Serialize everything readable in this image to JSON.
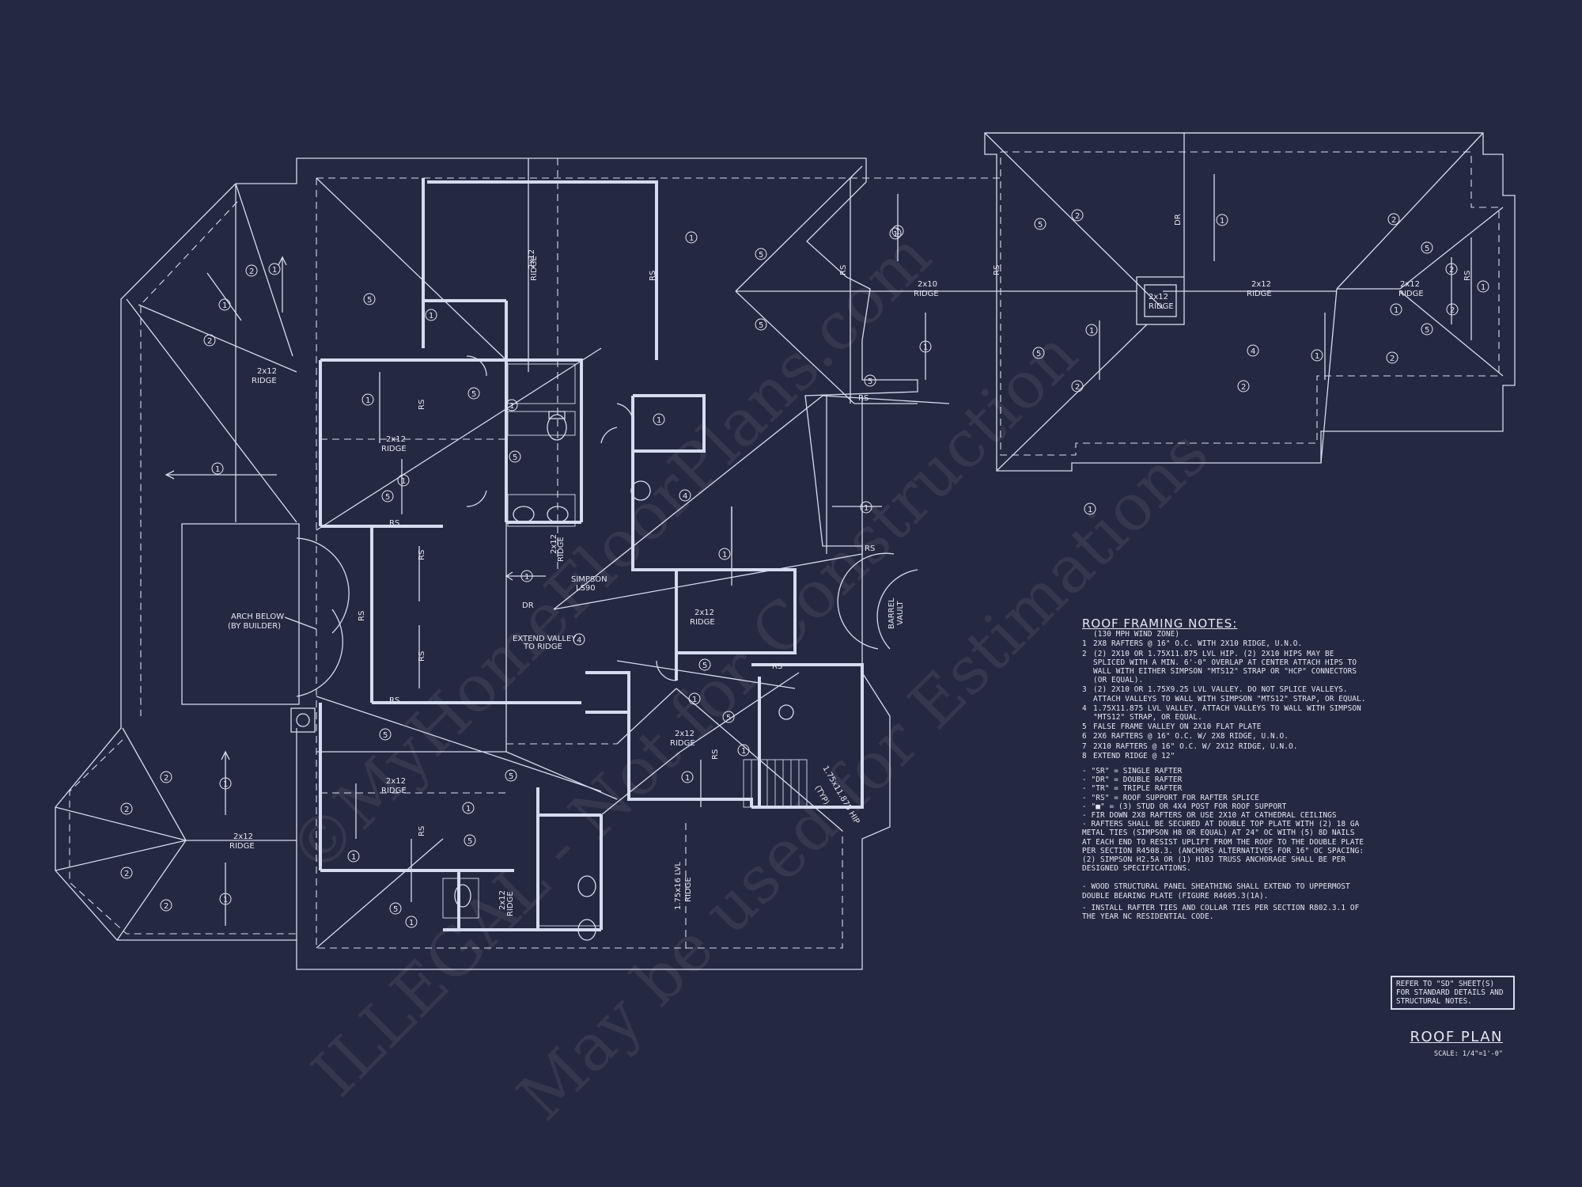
{
  "labels": {
    "ridge_2x12": "2x12",
    "ridge_2x10": "2x10",
    "ridge": "RIDGE",
    "rs": "RS",
    "dr": "DR",
    "arch_below_1": "ARCH BELOW",
    "arch_below_2": "(BY BUILDER)",
    "simpson_1": "SIMPSON",
    "simpson_2": "LS90",
    "extend_valley_1": "EXTEND VALLEY",
    "extend_valley_2": "TO RIDGE",
    "barrel_vault_1": "BARREL",
    "barrel_vault_2": "VAULT",
    "lvl_ridge_1": "1.75x16 LVL",
    "lvl_ridge_2": "RIDGE",
    "lvl_hip_1": "1.75x11.875 HIP",
    "lvl_hip_2": "(TYP)"
  },
  "callouts": {
    "c1": "1",
    "c2": "2",
    "c4": "4",
    "c5": "5"
  },
  "notes": {
    "title": "ROOF FRAMING NOTES:",
    "wind_zone": "(130 MPH WIND ZONE)",
    "items": [
      {
        "key": "1",
        "text": "2x8 RAFTERS @ 16\" O.C. WITH 2x10 RIDGE, U.N.O."
      },
      {
        "key": "2",
        "text": "(2) 2x10 OR 1.75x11.875 LVL HIP. (2) 2x10 HIPS MAY BE SPLICED WITH A MIN. 6'-0\" OVERLAP AT CENTER ATTACH HIPS TO WALL WITH EITHER SIMPSON \"MTS12\" STRAP OR \"HCP\" CONNECTORS (OR EQUAL)."
      },
      {
        "key": "3",
        "text": "(2) 2x10 OR 1.75x9.25 LVL VALLEY. DO NOT SPLICE VALLEYS. ATTACH VALLEYS TO WALL WITH SIMPSON \"MTS12\" STRAP, OR EQUAL."
      },
      {
        "key": "4",
        "text": "1.75x11.875 LVL VALLEY. ATTACH VALLEYS TO WALL WITH SIMPSON \"MTS12\" STRAP, OR EQUAL."
      },
      {
        "key": "5",
        "text": "FALSE FRAME VALLEY ON 2x10 FLAT PLATE"
      },
      {
        "key": "6",
        "text": "2x6 RAFTERS @ 16\" O.C. W/ 2x8 RIDGE, U.N.O."
      },
      {
        "key": "7",
        "text": "2x10 RAFTERS @ 16\" O.C. W/ 2x12 RIDGE, U.N.O."
      },
      {
        "key": "8",
        "text": "EXTEND RIDGE @ 12\""
      }
    ],
    "legend": [
      "- \"SR\" = SINGLE RAFTER",
      "- \"DR\" = DOUBLE RAFTER",
      "- \"TR\" = TRIPLE RAFTER",
      "- \"RS\" = ROOF SUPPORT FOR RAFTER SPLICE",
      "- \"■\" = (3) STUD OR 4x4 POST FOR ROOF SUPPORT",
      "- FIR DOWN 2x8 RAFTERS OR USE 2x10 AT CATHEDRAL CEILINGS",
      "- RAFTERS SHALL BE SECURED AT DOUBLE TOP PLATE WITH (2) 18 GA METAL TIES (SIMPSON H8 OR EQUAL) AT 24\" OC WITH (5) 8d NAILS AT EACH END TO RESIST UPLIFT FROM THE ROOF TO THE DOUBLE PLATE PER SECTION R4508.3. (ANCHORS ALTERNATIVES FOR 16\" OC SPACING: (2) SIMPSON H2.5A OR (1) H10J TRUSS ANCHORAGE SHALL BE PER DESIGNED SPECIFICATIONS."
    ],
    "extra": [
      "- WOOD STRUCTURAL PANEL SHEATHING SHALL EXTEND TO UPPERMOST DOUBLE BEARING PLATE (FIGURE R4605.3(1A).",
      "- INSTALL RAFTER TIES AND COLLAR TIES PER SECTION R802.3.1 OF THE YEAR NC RESIDENTIAL CODE."
    ]
  },
  "refer_box": "REFER TO \"SD\" SHEET(S) FOR STANDARD DETAILS AND STRUCTURAL NOTES.",
  "sheet_title": "ROOF PLAN",
  "scale": "SCALE: 1/4\"=1'-0\"",
  "watermark": {
    "line1": "©MyHomeFloorPlans.com",
    "line2": "ILLEGAL - Not for Construction",
    "line3": "May be used for Estimations"
  }
}
